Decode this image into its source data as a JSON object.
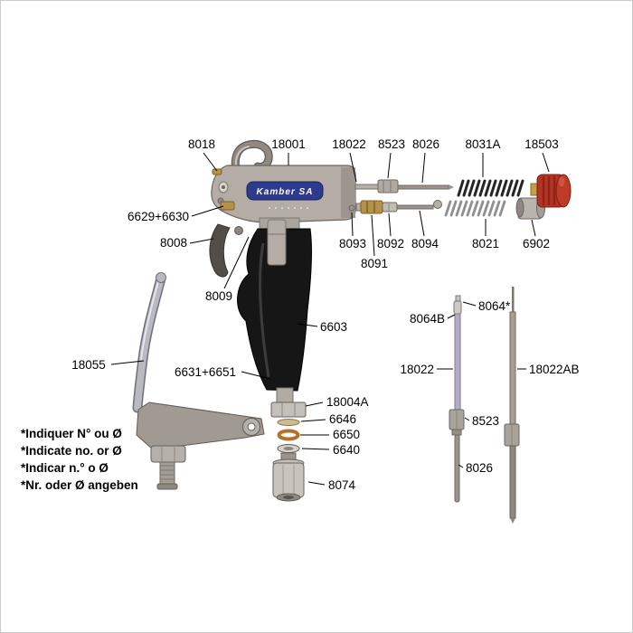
{
  "diagram": {
    "type": "exploded-parts-diagram",
    "product": "spray gun"
  },
  "gun_plate": {
    "brand": "Kamber SA"
  },
  "labels": {
    "p8018": "8018",
    "p18001": "18001",
    "p18022_top": "18022",
    "p8523_top": "8523",
    "p8026_top": "8026",
    "p8031A": "8031A",
    "p18503": "18503",
    "p6629_6630": "6629+6630",
    "p8008": "8008",
    "p8009": "8009",
    "p8093": "8093",
    "p8091": "8091",
    "p8092": "8092",
    "p8094": "8094",
    "p8021": "8021",
    "p6902": "6902",
    "p6603": "6603",
    "p18055": "18055",
    "p6631_6651": "6631+6651",
    "p18004A": "18004A",
    "p6646": "6646",
    "p6650": "6650",
    "p6640": "6640",
    "p8074": "8074",
    "p8064B": "8064B",
    "p8064star": "8064*",
    "p18022_right": "18022",
    "p18022AB": "18022AB",
    "p8523_right": "8523",
    "p8026_right": "8026"
  },
  "footnotes": [
    "*Indiquer N° ou Ø",
    "*Indicate no. or Ø",
    "*Indicar n.° o Ø",
    "*Nr. oder Ø angeben"
  ],
  "colors": {
    "body_gray": "#b3ada6",
    "plate_blue": "#2e3a8f",
    "handle_black": "#161616",
    "brass": "#b5914a",
    "knob_red": "#b63324",
    "oring_orange": "#b5702c"
  }
}
